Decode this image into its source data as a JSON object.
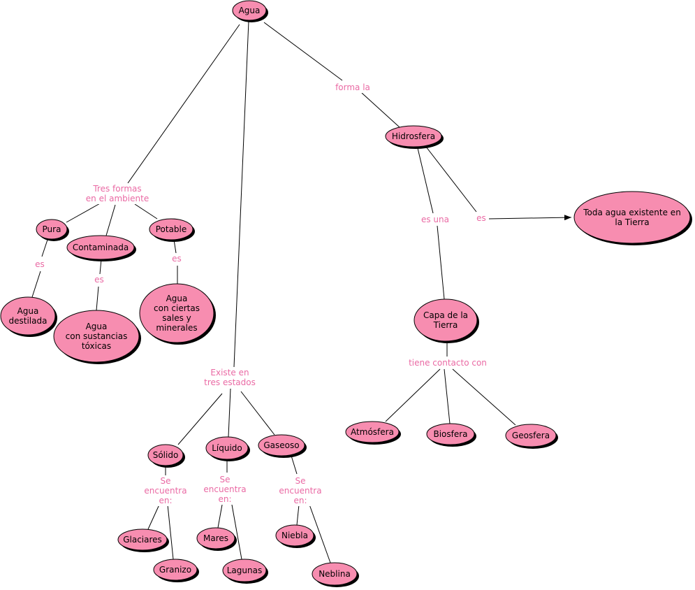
{
  "colors": {
    "node_fill": "#f78db0",
    "node_stroke": "#000000",
    "shadow": "#000000",
    "link_label": "#ea6aa4",
    "edge": "#000000"
  },
  "concepts": {
    "agua": [
      "Agua"
    ],
    "hidrosfera": [
      "Hidrosfera"
    ],
    "toda_agua": [
      "Toda agua existente en",
      "la Tierra"
    ],
    "capa": [
      "Capa de la",
      "Tierra"
    ],
    "atmosfera": [
      "Atmósfera"
    ],
    "biosfera": [
      "Biosfera"
    ],
    "geosfera": [
      "Geosfera"
    ],
    "pura": [
      "Pura"
    ],
    "contaminada": [
      "Contaminada"
    ],
    "potable": [
      "Potable"
    ],
    "destilada": [
      "Agua",
      "destilada"
    ],
    "toxicas": [
      "Agua",
      "con sustancias",
      "tóxicas"
    ],
    "sales": [
      "Agua",
      "con ciertas",
      "sales y",
      "minerales"
    ],
    "solido": [
      "Sólido"
    ],
    "liquido": [
      "Líquido"
    ],
    "gaseoso": [
      "Gaseoso"
    ],
    "glaciares": [
      "Glaciares"
    ],
    "granizo": [
      "Granizo"
    ],
    "mares": [
      "Mares"
    ],
    "lagunas": [
      "Lagunas"
    ],
    "niebla": [
      "Niebla"
    ],
    "neblina": [
      "Neblina"
    ]
  },
  "linking_phrases": {
    "forma_la": [
      "forma la"
    ],
    "tres_formas": [
      "Tres formas",
      "en el ambiente"
    ],
    "es_pura": [
      "es"
    ],
    "es_contaminada": [
      "es"
    ],
    "es_potable": [
      "es"
    ],
    "existe_en": [
      "Existe en",
      "tres estados"
    ],
    "se_encuentra_solido": [
      "Se",
      "encuentra",
      "en:"
    ],
    "se_encuentra_liquido": [
      "Se",
      "encuentra",
      "en:"
    ],
    "se_encuentra_gaseoso": [
      "Se",
      "encuentra",
      "en:"
    ],
    "es_una": [
      "es una"
    ],
    "es_hidrosfera": [
      "es"
    ],
    "tiene_contacto": [
      "tiene contacto con"
    ]
  }
}
